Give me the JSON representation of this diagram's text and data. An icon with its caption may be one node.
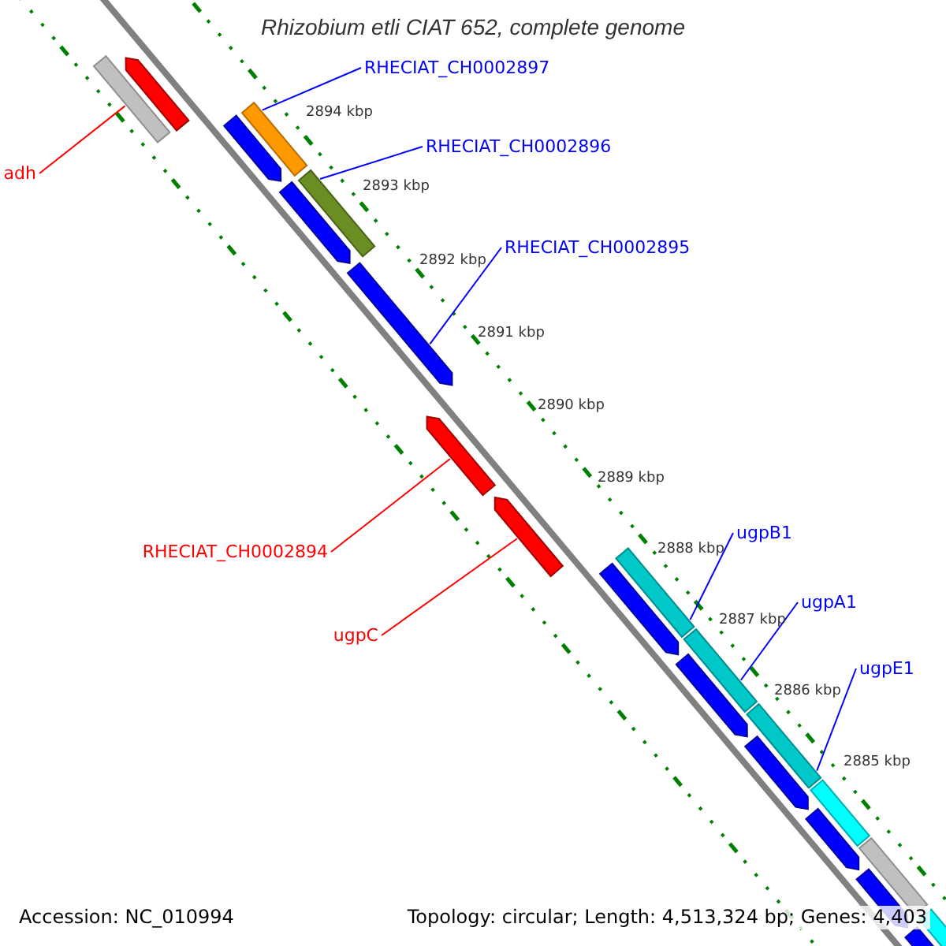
{
  "diagram": {
    "title": "Rhizobium etli CIAT 652, complete genome",
    "nodes": [
      {
        "text": [
          "RHECIAT_CH0002897"
        ]
      },
      {
        "text": [
          "RHECIAT_CH0002896"
        ]
      },
      {
        "text": [
          "adh"
        ]
      },
      {
        "text": [
          "RHECIAT_CH0002895"
        ]
      },
      {
        "text": [
          "RHECIAT_CH0002894"
        ]
      },
      {
        "text": [
          "ugpB1"
        ]
      },
      {
        "text": [
          "ugpC"
        ]
      },
      {
        "text": [
          "ugpA1"
        ]
      },
      {
        "text": [
          "ugpE1"
        ]
      },
      {
        "text": [],
        "shape": "bar"
      },
      {
        "text": [],
        "shape": "arrow"
      },
      {
        "text": [],
        "shape": "arrow"
      },
      {
        "text": [],
        "shape": "bar"
      },
      {
        "text": [],
        "shape": "arrow"
      },
      {
        "text": [],
        "shape": "bar"
      },
      {
        "text": [],
        "shape": "arrow"
      },
      {
        "text": [],
        "shape": "arrow"
      },
      {
        "text": [],
        "shape": "arrow"
      },
      {
        "text": [],
        "shape": "bar"
      },
      {
        "text": [],
        "shape": "arrow"
      },
      {
        "text": [],
        "shape": "bar"
      },
      {
        "text": [],
        "shape": "arrow"
      },
      {
        "text": [],
        "shape": "bar"
      },
      {
        "text": [],
        "shape": "arrow"
      },
      {
        "text": [],
        "shape": "bar"
      },
      {
        "text": [],
        "shape": "arrow"
      },
      {
        "text": [],
        "shape": "bar"
      },
      {
        "text": [],
        "shape": "arrow"
      },
      {
        "text": [],
        "shape": "bar"
      },
      {
        "text": [],
        "shape": "arrow"
      }
    ],
    "edges": [
      {
        "from": 0,
        "to": 12,
        "arrow": "none"
      },
      {
        "from": 1,
        "to": 14,
        "arrow": "none"
      },
      {
        "from": 2,
        "to": 9,
        "arrow": "none",
        "color": "#ff0000"
      },
      {
        "from": 3,
        "to": 15,
        "arrow": "none"
      },
      {
        "from": 4,
        "to": 16,
        "arrow": "none",
        "color": "#ff0000"
      },
      {
        "from": 5,
        "to": 18,
        "arrow": "none"
      },
      {
        "from": 6,
        "to": 17,
        "arrow": "none",
        "color": "#ff0000"
      },
      {
        "from": 7,
        "to": 20,
        "arrow": "none"
      },
      {
        "from": 8,
        "to": 22,
        "arrow": "none"
      }
    ],
    "labels": [
      "2894 kbp",
      "2893 kbp",
      "2892 kbp",
      "2891 kbp",
      "2890 kbp",
      "2889 kbp",
      "2888 kbp",
      "2887 kbp",
      "2886 kbp",
      "2885 kbp",
      "Accession: NC_010994",
      "Topology: circular; Length: 4,513,324 bp; Genes: 4,403"
    ]
  }
}
